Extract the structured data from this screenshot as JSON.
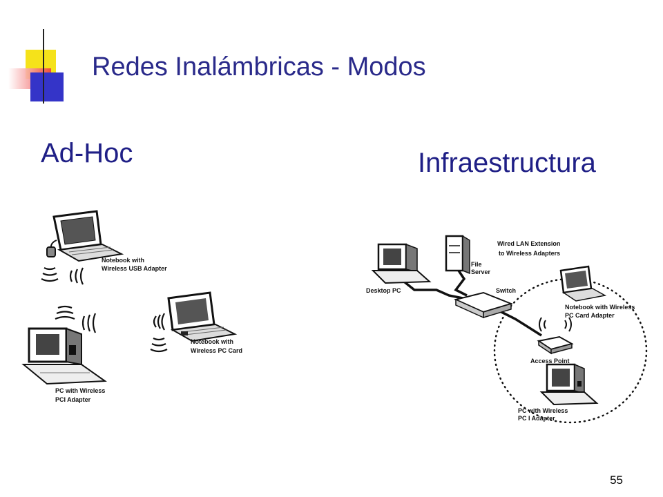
{
  "slide": {
    "title": "Redes Inalámbricas - Modos",
    "page_number": "55",
    "accent_colors": {
      "title": "#2a2a8a",
      "yellow": "#f5e21a",
      "red": "#ee3d3d",
      "blue": "#3434c8"
    }
  },
  "adhoc": {
    "heading": "Ad-Hoc",
    "labels": {
      "notebook_usb_1": "Notebook with",
      "notebook_usb_2": "Wireless USB Adapter",
      "notebook_pccard_1": "Notebook with",
      "notebook_pccard_2": "Wireless PC Card",
      "pc_pci_1": "PC with Wireless",
      "pc_pci_2": "PCI Adapter"
    }
  },
  "infra": {
    "heading": "Infraestructura",
    "labels": {
      "title_1": "Wired LAN Extension",
      "title_2": "to Wireless Adapters",
      "desktop": "Desktop PC",
      "file_server_1": "File",
      "file_server_2": "Server",
      "switch": "Switch",
      "notebook_1": "Notebook with Wireless",
      "notebook_2": "PC Card Adapter",
      "access_point": "Access Point",
      "pc_1": "PC with Wireless",
      "pc_2": "PC I Adapter"
    }
  }
}
